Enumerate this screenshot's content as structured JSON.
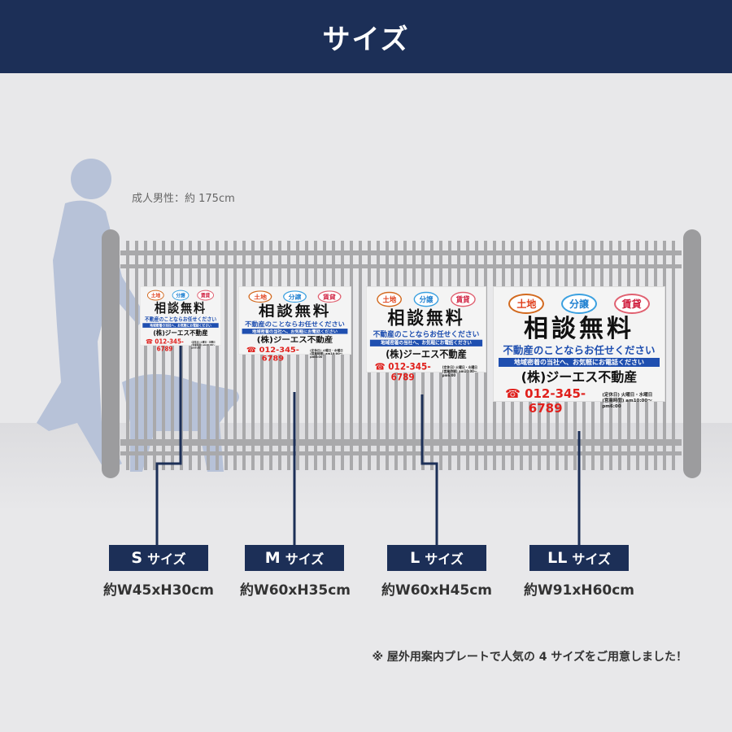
{
  "header": {
    "title": "サイズ"
  },
  "height_note": "成人男性：約 175cm",
  "sign": {
    "tags": [
      "土地",
      "分譲",
      "賃貸"
    ],
    "title": "相談無料",
    "subtitle": "不動産のことならお任せください",
    "band": "地域密着の当社へ、お気軽にお電話ください",
    "company": "(株)ジーエス不動産",
    "phone": "☎ 012-345-6789",
    "closed_label": "(定休日)",
    "closed": "火曜日・水曜日",
    "hours_label": "(営業時間)",
    "hours": "am10:00〜pm6:00"
  },
  "sizes": [
    {
      "letter": "S",
      "suffix": "サイズ",
      "dims": "約W45xH30cm"
    },
    {
      "letter": "M",
      "suffix": "サイズ",
      "dims": "約W60xH35cm"
    },
    {
      "letter": "L",
      "suffix": "サイズ",
      "dims": "約W60xH45cm"
    },
    {
      "letter": "LL",
      "suffix": "サイズ",
      "dims": "約W91xH60cm"
    }
  ],
  "note": "※ 屋外用案内プレートで人気の 4 サイズをご用意しました！",
  "colors": {
    "navy": "#1c2f57",
    "silhouette": "#b7c2d8",
    "fence": "#a9a9ab"
  }
}
